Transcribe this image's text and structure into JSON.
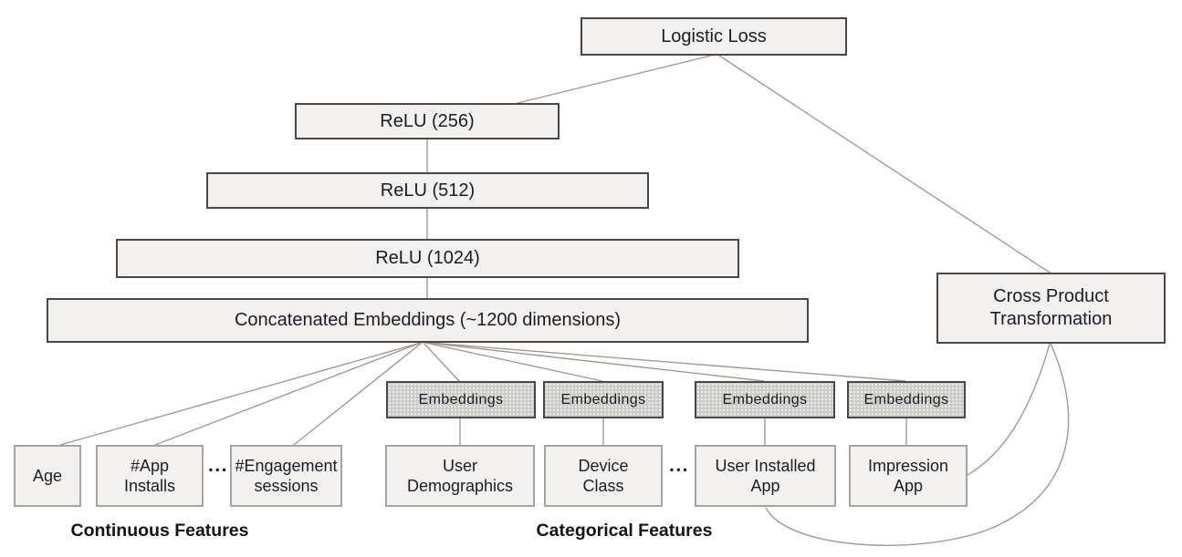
{
  "diagram": {
    "nodes": {
      "logistic_loss": {
        "label": "Logistic Loss"
      },
      "relu_256": {
        "label": "ReLU (256)"
      },
      "relu_512": {
        "label": "ReLU (512)"
      },
      "relu_1024": {
        "label": "ReLU (1024)"
      },
      "concatenated_embeddings": {
        "label": "Concatenated Embeddings (~1200 dimensions)"
      },
      "cross_product": {
        "lines": [
          "Cross Product",
          "Transformation"
        ]
      },
      "embedding_1": {
        "label": "Embeddings"
      },
      "embedding_2": {
        "label": "Embeddings"
      },
      "embedding_3": {
        "label": "Embeddings"
      },
      "embedding_4": {
        "label": "Embeddings"
      },
      "age": {
        "label": "Age"
      },
      "app_installs": {
        "lines": [
          "#App",
          "Installs"
        ]
      },
      "engagement_sessions": {
        "lines": [
          "#Engagement",
          "sessions"
        ]
      },
      "user_demographics": {
        "lines": [
          "User",
          "Demographics"
        ]
      },
      "device_class": {
        "lines": [
          "Device",
          "Class"
        ]
      },
      "user_installed_app": {
        "lines": [
          "User Installed",
          "App"
        ]
      },
      "impression_app": {
        "lines": [
          "Impression",
          "App"
        ]
      }
    },
    "ellipsis": {
      "continuous": "...",
      "categorical": "..."
    },
    "section_labels": {
      "continuous": "Continuous Features",
      "categorical": "Categorical Features"
    },
    "colors": {
      "box_fill": "#f2f1ef",
      "box_border_dark": "#4a4744",
      "box_border_light": "#a6a29e",
      "embedding_fill": "#cbcbc9",
      "edge_line": "#a09a92",
      "text": "#1c1c26"
    }
  }
}
